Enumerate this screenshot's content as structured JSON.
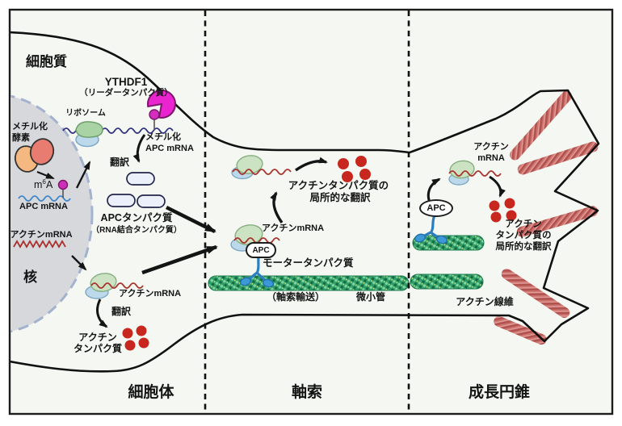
{
  "colors": {
    "background": "#f5f8f2",
    "frame": "#1c1c1c",
    "nucleus_fill": "#d6d8dc",
    "nucleus_border": "#a3b2cf",
    "magenta_ythdf1": "#ea25d0",
    "red_protein_dot": "#c8271f",
    "microtubule_green": "#2f9e68",
    "motor_blue": "#2e86c1",
    "actin_filament_red": "#cd7570",
    "mrna_navy": "#33337f",
    "mrna_blue": "#3f86c9",
    "mrna_red": "#a8322c",
    "granule_green": "#cbe3c3",
    "granule_blue": "#bcd9ec",
    "methylase_orange": "#f4b880",
    "methylase_salmon": "#e87c70"
  },
  "nucleus": {
    "label": "核",
    "methylase": [
      "メチル化",
      "酵素"
    ],
    "m6a": {
      "base": "m",
      "sup": "6",
      "tail": "A"
    },
    "apc_mrna": "APC mRNA",
    "actin_mrna": "アクチンmRNA"
  },
  "cytoplasm": {
    "label": "細胞質",
    "ythdf1": "YTHDF1",
    "ythdf1_sub": "（リーダータンパク質）",
    "ribosome": "リボソーム",
    "methylated_apc": [
      "メチル化",
      "APC mRNA"
    ],
    "translation_upper": "翻訳",
    "apc_protein": "APCタンパク質",
    "apc_protein_sub": "（RNA結合タンパク質）",
    "actin_mrna": "アクチンmRNA",
    "translation_lower": "翻訳",
    "actin_protein": [
      "アクチン",
      "タンパク質"
    ]
  },
  "axon": {
    "actin_mrna": "アクチンmRNA",
    "apc_tag": "APC",
    "motor_protein": "モータータンパク質",
    "transport": "（軸索輸送）",
    "microtubule": "微小管",
    "local_translation": [
      "アクチンタンパク質の",
      "局所的な翻訳"
    ]
  },
  "growth_cone": {
    "actin_mrna": [
      "アクチン",
      "mRNA"
    ],
    "apc_tag": "APC",
    "local_translation": [
      "アクチン",
      "タンパク質の",
      "局所的な翻訳"
    ],
    "actin_filament": "アクチン線維"
  },
  "regions": {
    "cell_body": "細胞体",
    "axon": "軸索",
    "growth_cone": "成長円錐"
  }
}
